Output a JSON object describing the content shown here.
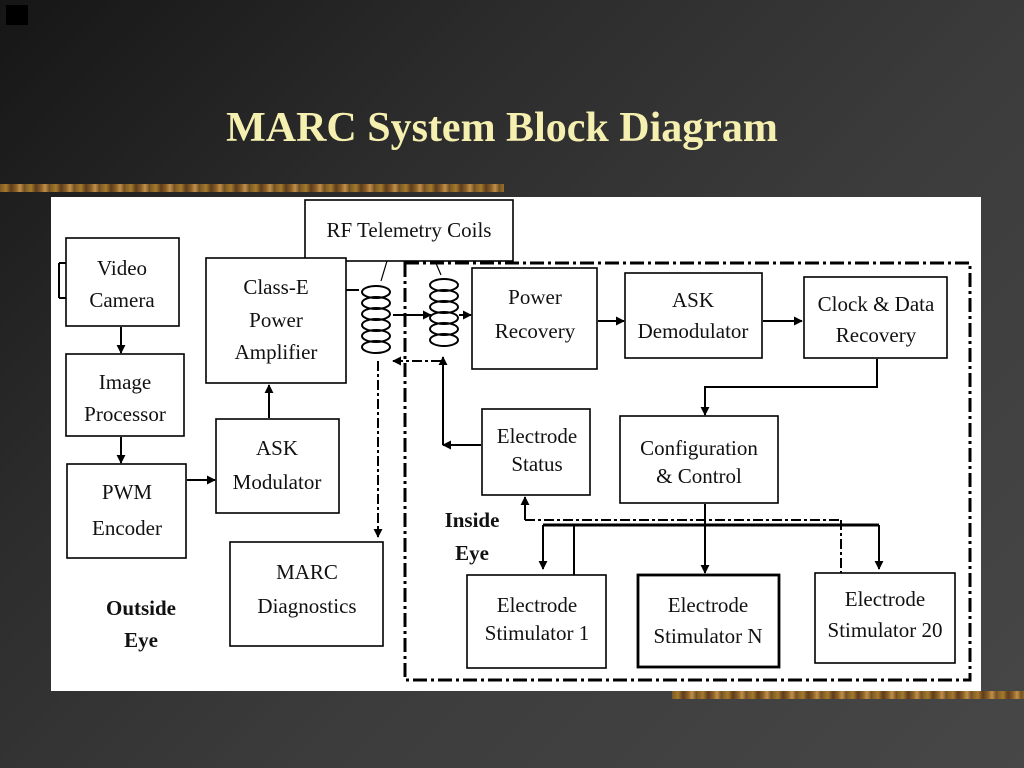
{
  "slide": {
    "title": "MARC System Block Diagram"
  },
  "diagram": {
    "blocks": {
      "rf_coils": [
        "RF Telemetry Coils"
      ],
      "video_camera": [
        "Video",
        "Camera"
      ],
      "image_processor": [
        "Image",
        "Processor"
      ],
      "pwm_encoder": [
        "PWM",
        "Encoder"
      ],
      "class_e_amp": [
        "Class-E",
        "Power",
        "Amplifier"
      ],
      "ask_modulator": [
        "ASK",
        "Modulator"
      ],
      "marc_diagnostics": [
        "MARC",
        "Diagnostics"
      ],
      "power_recovery": [
        "Power",
        "Recovery"
      ],
      "ask_demodulator": [
        "ASK",
        "Demodulator"
      ],
      "clock_data_recovery": [
        "Clock & Data",
        "Recovery"
      ],
      "electrode_status": [
        "Electrode",
        "Status"
      ],
      "config_control": [
        "Configuration",
        "& Control"
      ],
      "stimulator_1": [
        "Electrode",
        "Stimulator 1"
      ],
      "stimulator_n": [
        "Electrode",
        "Stimulator N"
      ],
      "stimulator_20": [
        "Electrode",
        "Stimulator 20"
      ]
    },
    "region_labels": {
      "outside_eye": [
        "Outside",
        "Eye"
      ],
      "inside_eye": [
        "Inside",
        "Eye"
      ]
    }
  }
}
